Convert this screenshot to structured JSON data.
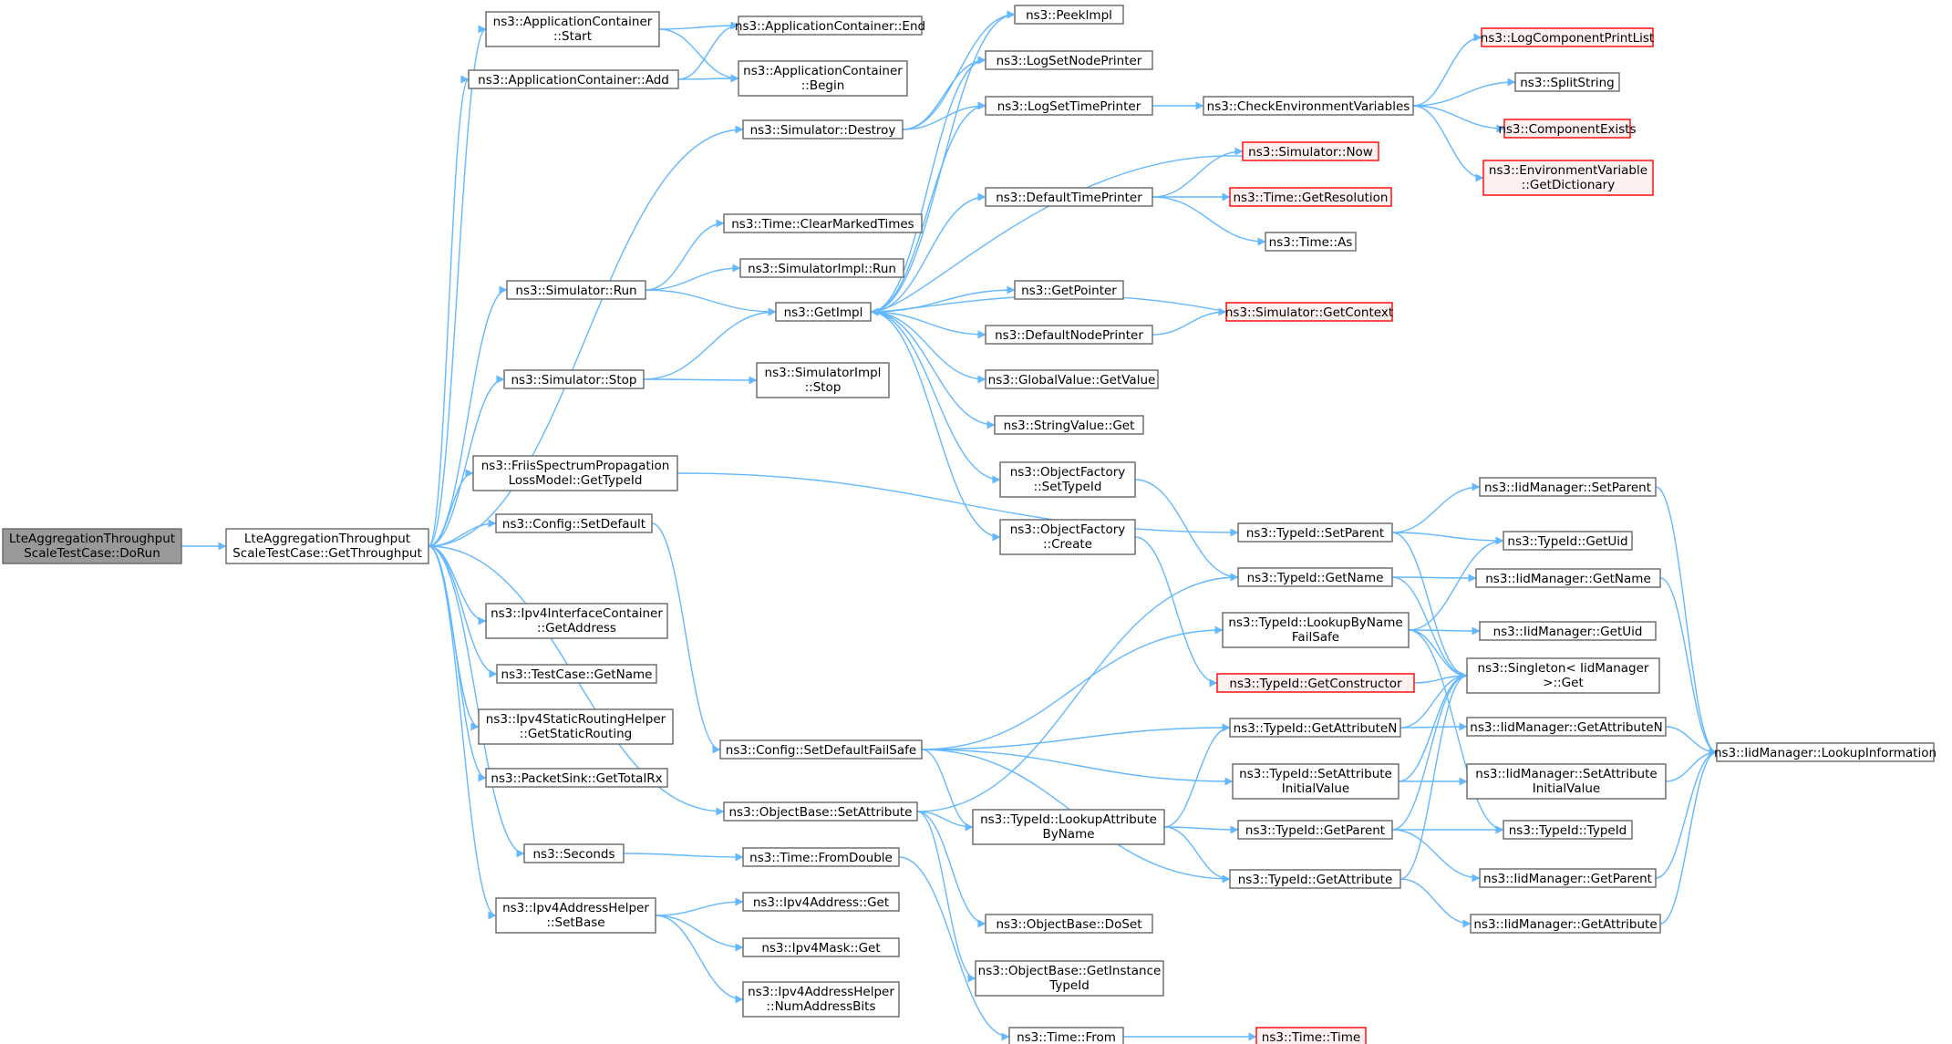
{
  "colors": {
    "edge": "#63b8ff",
    "node_border": "#666666",
    "node_fill": "#ffffff",
    "root_fill": "#999999",
    "root_border": "#666666",
    "truncated_border": "#ff0000",
    "truncated_fill": "#fff0f0",
    "text": "#000000"
  },
  "nodes": [
    {
      "id": "root",
      "lines": [
        "LteAggregationThroughput",
        "ScaleTestCase::DoRun"
      ],
      "style": "root"
    },
    {
      "id": "getThroughput",
      "lines": [
        "LteAggregationThroughput",
        "ScaleTestCase::GetThroughput"
      ],
      "style": "normal"
    },
    {
      "id": "acStart",
      "lines": [
        "ns3::ApplicationContainer",
        "::Start"
      ],
      "style": "normal"
    },
    {
      "id": "acAdd",
      "lines": [
        "ns3::ApplicationContainer::Add"
      ],
      "style": "normal"
    },
    {
      "id": "acEnd",
      "lines": [
        "ns3::ApplicationContainer::End"
      ],
      "style": "normal"
    },
    {
      "id": "acBegin",
      "lines": [
        "ns3::ApplicationContainer",
        "::Begin"
      ],
      "style": "normal"
    },
    {
      "id": "simDestroy",
      "lines": [
        "ns3::Simulator::Destroy"
      ],
      "style": "normal"
    },
    {
      "id": "timeClear",
      "lines": [
        "ns3::Time::ClearMarkedTimes"
      ],
      "style": "normal"
    },
    {
      "id": "simImplRun",
      "lines": [
        "ns3::SimulatorImpl::Run"
      ],
      "style": "normal"
    },
    {
      "id": "simRun",
      "lines": [
        "ns3::Simulator::Run"
      ],
      "style": "normal"
    },
    {
      "id": "getImpl",
      "lines": [
        "ns3::GetImpl"
      ],
      "style": "normal"
    },
    {
      "id": "simStop",
      "lines": [
        "ns3::Simulator::Stop"
      ],
      "style": "normal"
    },
    {
      "id": "simImplStop",
      "lines": [
        "ns3::SimulatorImpl",
        "::Stop"
      ],
      "style": "normal"
    },
    {
      "id": "friis",
      "lines": [
        "ns3::FriisSpectrumPropagation",
        "LossModel::GetTypeId"
      ],
      "style": "normal"
    },
    {
      "id": "cfgSetDefault",
      "lines": [
        "ns3::Config::SetDefault"
      ],
      "style": "normal"
    },
    {
      "id": "ipv4IfcGetAddr",
      "lines": [
        "ns3::Ipv4InterfaceContainer",
        "::GetAddress"
      ],
      "style": "normal"
    },
    {
      "id": "testGetName",
      "lines": [
        "ns3::TestCase::GetName"
      ],
      "style": "normal"
    },
    {
      "id": "ipv4Static",
      "lines": [
        "ns3::Ipv4StaticRoutingHelper",
        "::GetStaticRouting"
      ],
      "style": "normal"
    },
    {
      "id": "packetSink",
      "lines": [
        "ns3::PacketSink::GetTotalRx"
      ],
      "style": "normal"
    },
    {
      "id": "seconds",
      "lines": [
        "ns3::Seconds"
      ],
      "style": "normal"
    },
    {
      "id": "ipv4SetBase",
      "lines": [
        "ns3::Ipv4AddressHelper",
        "::SetBase"
      ],
      "style": "normal"
    },
    {
      "id": "peekImpl",
      "lines": [
        "ns3::PeekImpl"
      ],
      "style": "normal"
    },
    {
      "id": "logSetNode",
      "lines": [
        "ns3::LogSetNodePrinter"
      ],
      "style": "normal"
    },
    {
      "id": "logSetTime",
      "lines": [
        "ns3::LogSetTimePrinter"
      ],
      "style": "normal"
    },
    {
      "id": "defTimePrinter",
      "lines": [
        "ns3::DefaultTimePrinter"
      ],
      "style": "normal"
    },
    {
      "id": "getPointer",
      "lines": [
        "ns3::GetPointer"
      ],
      "style": "normal"
    },
    {
      "id": "defNodePrinter",
      "lines": [
        "ns3::DefaultNodePrinter"
      ],
      "style": "normal"
    },
    {
      "id": "gvGetValue",
      "lines": [
        "ns3::GlobalValue::GetValue"
      ],
      "style": "normal"
    },
    {
      "id": "svGet",
      "lines": [
        "ns3::StringValue::Get"
      ],
      "style": "normal"
    },
    {
      "id": "ofSetTypeId",
      "lines": [
        "ns3::ObjectFactory",
        "::SetTypeId"
      ],
      "style": "normal"
    },
    {
      "id": "ofCreate",
      "lines": [
        "ns3::ObjectFactory",
        "::Create"
      ],
      "style": "normal"
    },
    {
      "id": "checkEnv",
      "lines": [
        "ns3::CheckEnvironmentVariables"
      ],
      "style": "normal"
    },
    {
      "id": "simNow",
      "lines": [
        "ns3::Simulator::Now"
      ],
      "style": "truncated"
    },
    {
      "id": "timeGetRes",
      "lines": [
        "ns3::Time::GetResolution"
      ],
      "style": "truncated"
    },
    {
      "id": "timeAs",
      "lines": [
        "ns3::Time::As"
      ],
      "style": "normal"
    },
    {
      "id": "simGetContext",
      "lines": [
        "ns3::Simulator::GetContext"
      ],
      "style": "truncated"
    },
    {
      "id": "logCompPrint",
      "lines": [
        "ns3::LogComponentPrintList"
      ],
      "style": "truncated"
    },
    {
      "id": "splitString",
      "lines": [
        "ns3::SplitString"
      ],
      "style": "normal"
    },
    {
      "id": "compExists",
      "lines": [
        "ns3::ComponentExists"
      ],
      "style": "truncated"
    },
    {
      "id": "envGetDict",
      "lines": [
        "ns3::EnvironmentVariable",
        "::GetDictionary"
      ],
      "style": "truncated"
    },
    {
      "id": "cfgSetDefaultFS",
      "lines": [
        "ns3::Config::SetDefaultFailSafe"
      ],
      "style": "normal"
    },
    {
      "id": "obSetAttr",
      "lines": [
        "ns3::ObjectBase::SetAttribute"
      ],
      "style": "normal"
    },
    {
      "id": "timeFromDouble",
      "lines": [
        "ns3::Time::FromDouble"
      ],
      "style": "normal"
    },
    {
      "id": "ipv4AddrGet",
      "lines": [
        "ns3::Ipv4Address::Get"
      ],
      "style": "normal"
    },
    {
      "id": "ipv4MaskGet",
      "lines": [
        "ns3::Ipv4Mask::Get"
      ],
      "style": "normal"
    },
    {
      "id": "numAddrBits",
      "lines": [
        "ns3::Ipv4AddressHelper",
        "::NumAddressBits"
      ],
      "style": "normal"
    },
    {
      "id": "tidLookupAttr",
      "lines": [
        "ns3::TypeId::LookupAttribute",
        "ByName"
      ],
      "style": "normal"
    },
    {
      "id": "obDoSet",
      "lines": [
        "ns3::ObjectBase::DoSet"
      ],
      "style": "normal"
    },
    {
      "id": "obGetInst",
      "lines": [
        "ns3::ObjectBase::GetInstance",
        "TypeId"
      ],
      "style": "normal"
    },
    {
      "id": "timeFrom",
      "lines": [
        "ns3::Time::From"
      ],
      "style": "normal"
    },
    {
      "id": "timeTime",
      "lines": [
        "ns3::Time::Time"
      ],
      "style": "truncated"
    },
    {
      "id": "tidSetParent",
      "lines": [
        "ns3::TypeId::SetParent"
      ],
      "style": "normal"
    },
    {
      "id": "tidGetName",
      "lines": [
        "ns3::TypeId::GetName"
      ],
      "style": "normal"
    },
    {
      "id": "tidLookupByName",
      "lines": [
        "ns3::TypeId::LookupByName",
        "FailSafe"
      ],
      "style": "normal"
    },
    {
      "id": "tidGetCtor",
      "lines": [
        "ns3::TypeId::GetConstructor"
      ],
      "style": "truncated"
    },
    {
      "id": "tidGetAttrN",
      "lines": [
        "ns3::TypeId::GetAttributeN"
      ],
      "style": "normal"
    },
    {
      "id": "tidSetAttrInit",
      "lines": [
        "ns3::TypeId::SetAttribute",
        "InitialValue"
      ],
      "style": "normal"
    },
    {
      "id": "tidGetParent",
      "lines": [
        "ns3::TypeId::GetParent"
      ],
      "style": "normal"
    },
    {
      "id": "tidGetAttr",
      "lines": [
        "ns3::TypeId::GetAttribute"
      ],
      "style": "normal"
    },
    {
      "id": "iidSetParent",
      "lines": [
        "ns3::IidManager::SetParent"
      ],
      "style": "normal"
    },
    {
      "id": "tidGetUid",
      "lines": [
        "ns3::TypeId::GetUid"
      ],
      "style": "normal"
    },
    {
      "id": "iidGetName",
      "lines": [
        "ns3::IidManager::GetName"
      ],
      "style": "normal"
    },
    {
      "id": "iidGetUid",
      "lines": [
        "ns3::IidManager::GetUid"
      ],
      "style": "normal"
    },
    {
      "id": "singletonGet",
      "lines": [
        "ns3::Singleton< IidManager",
        " >::Get"
      ],
      "style": "normal"
    },
    {
      "id": "iidGetAttrN",
      "lines": [
        "ns3::IidManager::GetAttributeN"
      ],
      "style": "normal"
    },
    {
      "id": "iidSetAttrInit",
      "lines": [
        "ns3::IidManager::SetAttribute",
        "InitialValue"
      ],
      "style": "normal"
    },
    {
      "id": "tidTypeId",
      "lines": [
        "ns3::TypeId::TypeId"
      ],
      "style": "normal"
    },
    {
      "id": "iidGetParent",
      "lines": [
        "ns3::IidManager::GetParent"
      ],
      "style": "normal"
    },
    {
      "id": "iidGetAttr",
      "lines": [
        "ns3::IidManager::GetAttribute"
      ],
      "style": "normal"
    },
    {
      "id": "iidLookupInfo",
      "lines": [
        "ns3::IidManager::LookupInformation"
      ],
      "style": "normal"
    }
  ],
  "edges": [
    [
      "root",
      "getThroughput"
    ],
    [
      "getThroughput",
      "acStart"
    ],
    [
      "getThroughput",
      "acAdd"
    ],
    [
      "getThroughput",
      "simDestroy"
    ],
    [
      "getThroughput",
      "simRun"
    ],
    [
      "getThroughput",
      "simStop"
    ],
    [
      "getThroughput",
      "friis"
    ],
    [
      "getThroughput",
      "cfgSetDefault"
    ],
    [
      "getThroughput",
      "ipv4IfcGetAddr"
    ],
    [
      "getThroughput",
      "testGetName"
    ],
    [
      "getThroughput",
      "ipv4Static"
    ],
    [
      "getThroughput",
      "packetSink"
    ],
    [
      "getThroughput",
      "seconds"
    ],
    [
      "getThroughput",
      "ipv4SetBase"
    ],
    [
      "getThroughput",
      "obSetAttr"
    ],
    [
      "acStart",
      "acEnd"
    ],
    [
      "acStart",
      "acBegin"
    ],
    [
      "acAdd",
      "acEnd"
    ],
    [
      "acAdd",
      "acBegin"
    ],
    [
      "simDestroy",
      "peekImpl"
    ],
    [
      "simDestroy",
      "logSetNode"
    ],
    [
      "simDestroy",
      "logSetTime"
    ],
    [
      "simRun",
      "timeClear"
    ],
    [
      "simRun",
      "simImplRun"
    ],
    [
      "simRun",
      "getImpl"
    ],
    [
      "simStop",
      "getImpl"
    ],
    [
      "simStop",
      "simImplStop"
    ],
    [
      "friis",
      "tidSetParent"
    ],
    [
      "cfgSetDefault",
      "cfgSetDefaultFS"
    ],
    [
      "seconds",
      "timeFromDouble"
    ],
    [
      "ipv4SetBase",
      "ipv4AddrGet"
    ],
    [
      "ipv4SetBase",
      "ipv4MaskGet"
    ],
    [
      "ipv4SetBase",
      "numAddrBits"
    ],
    [
      "getImpl",
      "peekImpl"
    ],
    [
      "getImpl",
      "logSetNode"
    ],
    [
      "getImpl",
      "logSetTime"
    ],
    [
      "getImpl",
      "defTimePrinter"
    ],
    [
      "getImpl",
      "getPointer"
    ],
    [
      "getImpl",
      "defNodePrinter"
    ],
    [
      "getImpl",
      "gvGetValue"
    ],
    [
      "getImpl",
      "svGet"
    ],
    [
      "getImpl",
      "ofSetTypeId"
    ],
    [
      "getImpl",
      "ofCreate"
    ],
    [
      "logSetTime",
      "checkEnv"
    ],
    [
      "defTimePrinter",
      "simNow"
    ],
    [
      "defTimePrinter",
      "timeGetRes"
    ],
    [
      "defTimePrinter",
      "timeAs"
    ],
    [
      "defNodePrinter",
      "simGetContext"
    ],
    [
      "simNow",
      "getImpl"
    ],
    [
      "simGetContext",
      "getImpl"
    ],
    [
      "checkEnv",
      "logCompPrint"
    ],
    [
      "checkEnv",
      "splitString"
    ],
    [
      "checkEnv",
      "compExists"
    ],
    [
      "checkEnv",
      "envGetDict"
    ],
    [
      "ofSetTypeId",
      "tidGetName"
    ],
    [
      "ofCreate",
      "tidGetCtor"
    ],
    [
      "cfgSetDefaultFS",
      "tidLookupByName"
    ],
    [
      "cfgSetDefaultFS",
      "tidGetAttrN"
    ],
    [
      "cfgSetDefaultFS",
      "tidSetAttrInit"
    ],
    [
      "cfgSetDefaultFS",
      "tidLookupAttr"
    ],
    [
      "cfgSetDefaultFS",
      "tidGetAttr"
    ],
    [
      "obSetAttr",
      "tidGetName"
    ],
    [
      "obSetAttr",
      "tidLookupAttr"
    ],
    [
      "obSetAttr",
      "obDoSet"
    ],
    [
      "obSetAttr",
      "obGetInst"
    ],
    [
      "timeFromDouble",
      "timeFrom"
    ],
    [
      "timeFrom",
      "timeTime"
    ],
    [
      "tidLookupAttr",
      "tidGetAttrN"
    ],
    [
      "tidLookupAttr",
      "tidGetParent"
    ],
    [
      "tidLookupAttr",
      "tidGetAttr"
    ],
    [
      "tidSetParent",
      "iidSetParent"
    ],
    [
      "tidSetParent",
      "tidGetUid"
    ],
    [
      "tidSetParent",
      "singletonGet"
    ],
    [
      "tidGetName",
      "iidGetName"
    ],
    [
      "tidGetName",
      "singletonGet"
    ],
    [
      "tidLookupByName",
      "iidGetUid"
    ],
    [
      "tidLookupByName",
      "singletonGet"
    ],
    [
      "tidLookupByName",
      "tidTypeId"
    ],
    [
      "tidLookupByName",
      "tidGetUid"
    ],
    [
      "tidGetCtor",
      "singletonGet"
    ],
    [
      "tidGetAttrN",
      "iidGetAttrN"
    ],
    [
      "tidGetAttrN",
      "singletonGet"
    ],
    [
      "tidSetAttrInit",
      "iidSetAttrInit"
    ],
    [
      "tidSetAttrInit",
      "singletonGet"
    ],
    [
      "tidGetParent",
      "iidGetParent"
    ],
    [
      "tidGetParent",
      "tidTypeId"
    ],
    [
      "tidGetParent",
      "singletonGet"
    ],
    [
      "tidGetAttr",
      "iidGetAttr"
    ],
    [
      "tidGetAttr",
      "singletonGet"
    ],
    [
      "iidSetParent",
      "iidLookupInfo"
    ],
    [
      "iidGetName",
      "iidLookupInfo"
    ],
    [
      "iidGetAttrN",
      "iidLookupInfo"
    ],
    [
      "iidSetAttrInit",
      "iidLookupInfo"
    ],
    [
      "iidGetParent",
      "iidLookupInfo"
    ],
    [
      "iidGetAttr",
      "iidLookupInfo"
    ]
  ]
}
